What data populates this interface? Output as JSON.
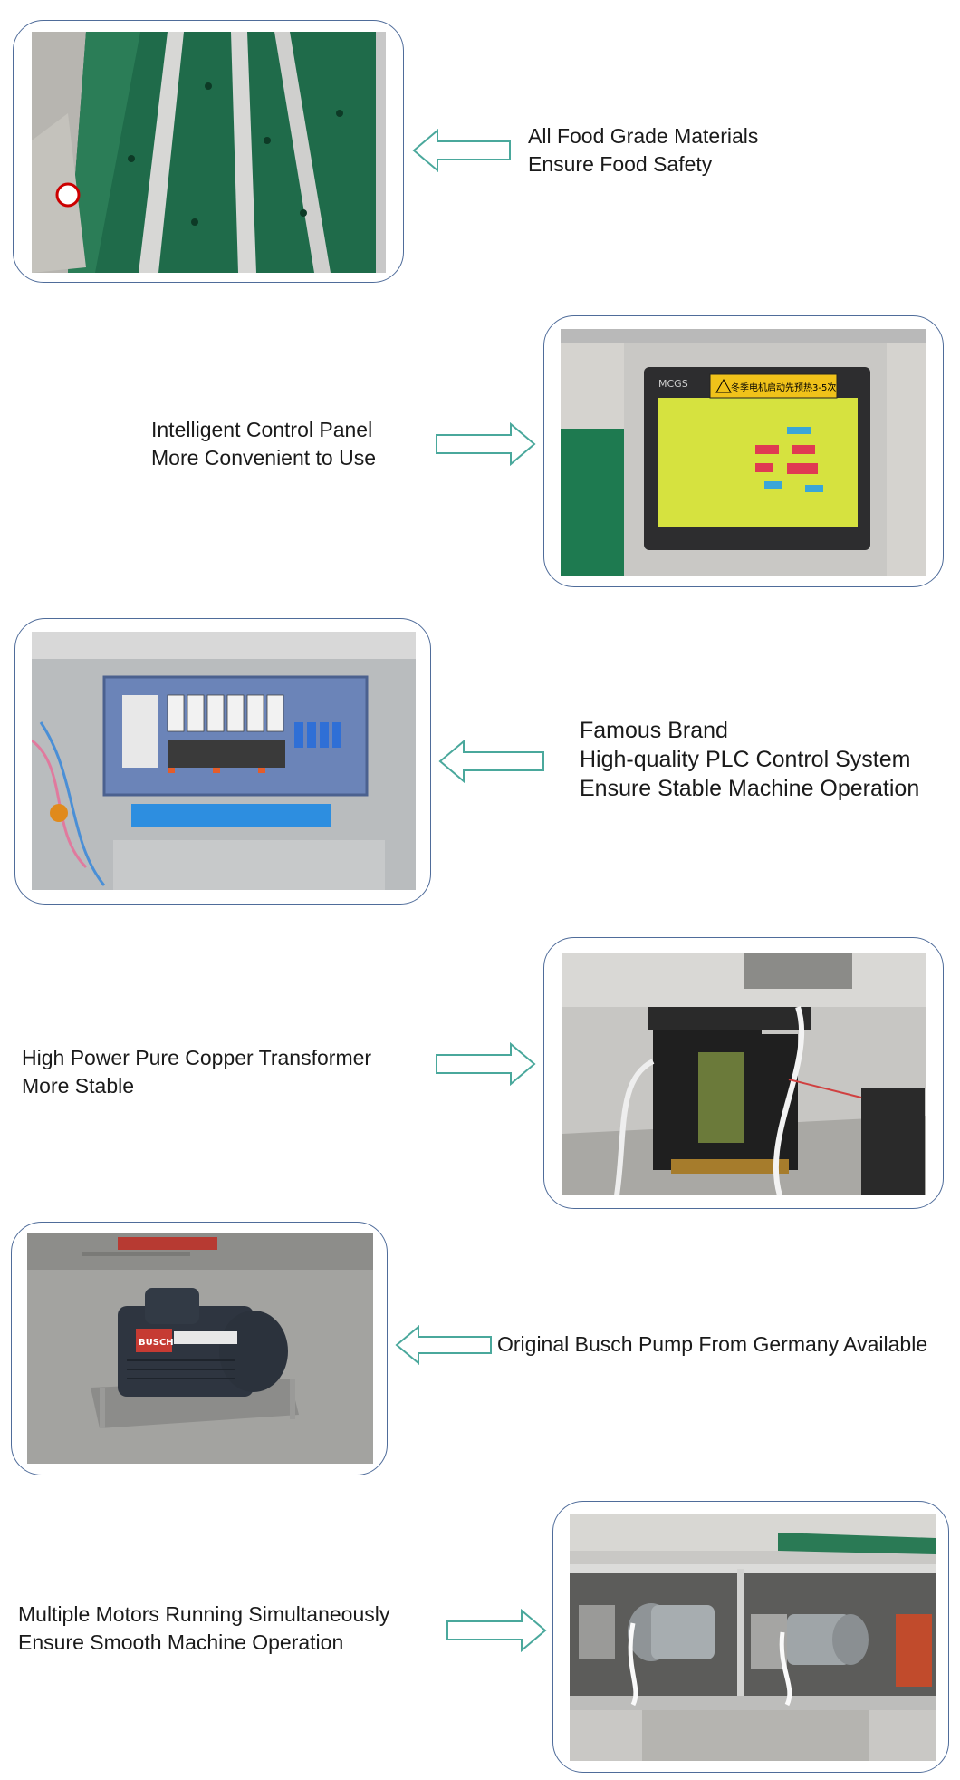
{
  "features": [
    {
      "id": "food-grade",
      "lines": [
        "All Food Grade Materials",
        "Ensure Food Safety"
      ],
      "arrow": "left",
      "image": "green-conveyor-belt"
    },
    {
      "id": "control-panel",
      "lines": [
        "Intelligent Control Panel",
        "More Convenient to Use"
      ],
      "arrow": "right",
      "image": "touchscreen-control-panel",
      "panel_brand": "MCGS",
      "panel_warning": "冬季电机启动先预热3-5次"
    },
    {
      "id": "plc",
      "lines": [
        "Famous Brand",
        "High-quality PLC Control System",
        "Ensure Stable Machine Operation"
      ],
      "arrow": "left",
      "image": "electrical-cabinet"
    },
    {
      "id": "transformer",
      "lines": [
        "High Power Pure Copper Transformer",
        "More Stable"
      ],
      "arrow": "right",
      "image": "copper-transformer"
    },
    {
      "id": "pump",
      "lines": [
        "Original Busch Pump From Germany Available"
      ],
      "arrow": "left",
      "image": "busch-vacuum-pump",
      "pump_brand": "BUSCH"
    },
    {
      "id": "motors",
      "lines": [
        "Multiple Motors Running Simultaneously",
        "Ensure Smooth Machine Operation"
      ],
      "arrow": "right",
      "image": "motors-compartment"
    }
  ],
  "colors": {
    "frame_border": "#4f6c9a",
    "arrow_stroke": "#4aa89c",
    "text": "#1a1a1a"
  }
}
